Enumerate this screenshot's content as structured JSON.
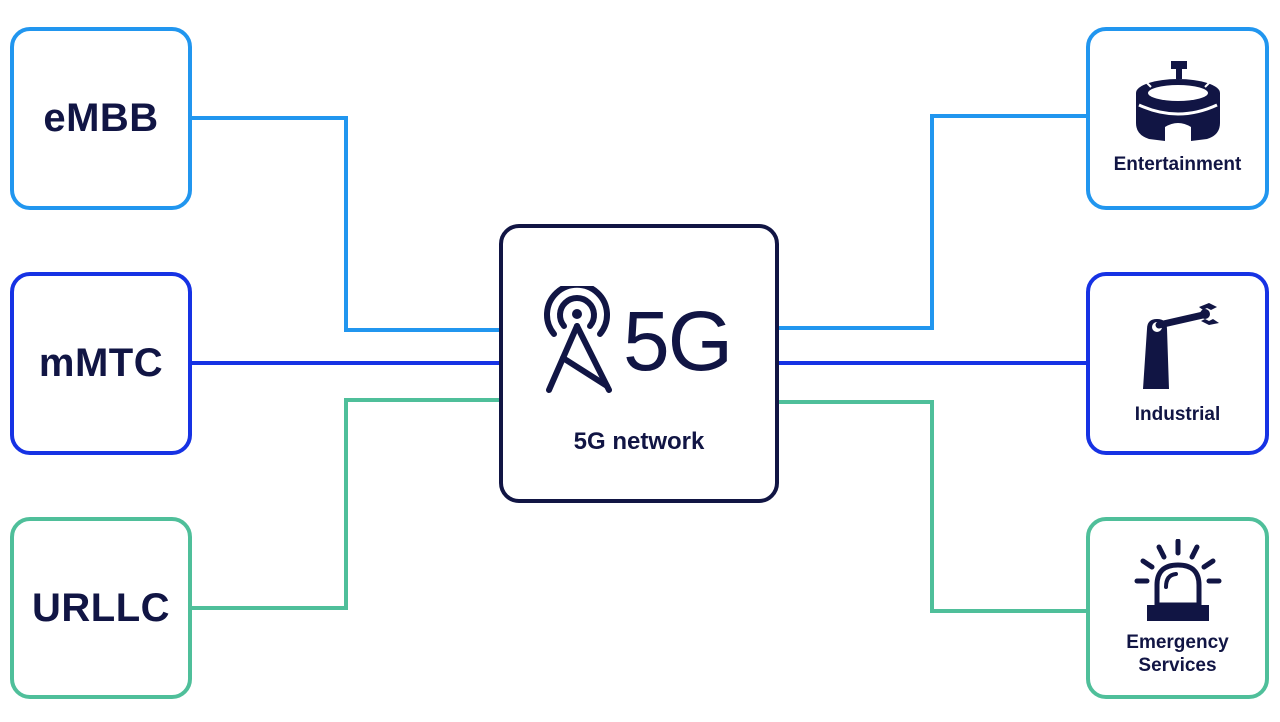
{
  "center": {
    "logo_text": "5G",
    "label": "5G network"
  },
  "left_boxes": [
    {
      "label": "eMBB"
    },
    {
      "label": "mMTC"
    },
    {
      "label": "URLLC"
    }
  ],
  "right_boxes": [
    {
      "label": "Entertainment",
      "icon": "stadium-icon"
    },
    {
      "label": "Industrial",
      "icon": "robotic-arm-icon"
    },
    {
      "label_line1": "Emergency",
      "label_line2": "Services",
      "icon": "siren-icon"
    }
  ],
  "colors": {
    "light_blue": "#2196ef",
    "dark_blue": "#1632e4",
    "green": "#4fbf9a",
    "navy": "#111544"
  }
}
